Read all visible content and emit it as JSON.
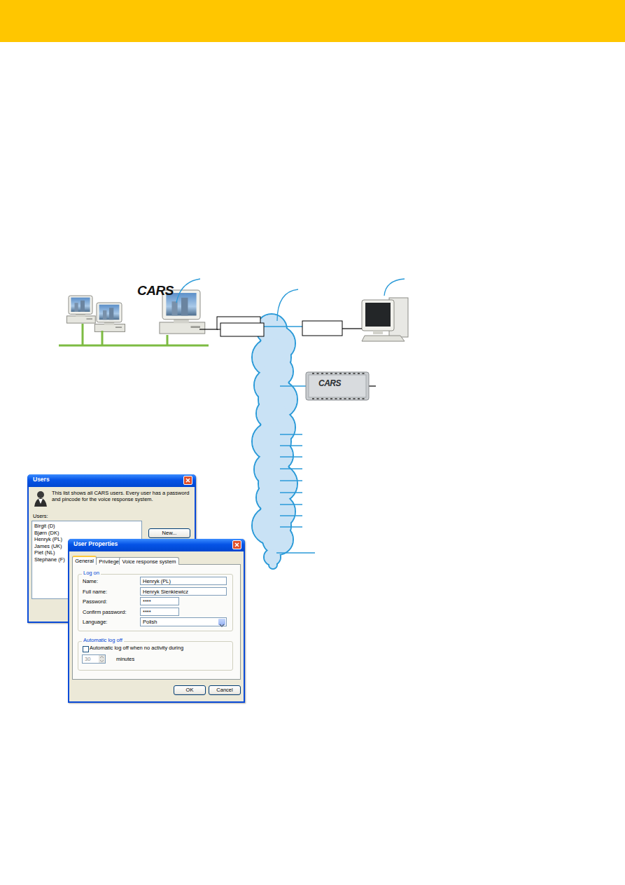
{
  "diagram": {
    "nodes": [
      {
        "text": [
          "Users",
          "This list shows all CARS users. Every user has a password and pincode for the voice response system.",
          "Users:"
        ]
      },
      {
        "text": [
          "Birgit (D)",
          "Bjørn (DK)",
          "Henryk (PL)",
          "James (UK)",
          "Piet (NL)",
          "Stephane (F)"
        ],
        "in": 0
      },
      {
        "text": [
          "New..."
        ],
        "in": 0
      },
      {
        "text": [
          "User Properties"
        ]
      },
      {
        "text": [
          "General"
        ],
        "in": 3
      },
      {
        "text": [
          "Privileges"
        ],
        "in": 3
      },
      {
        "text": [
          "Voice response system"
        ],
        "in": 3
      },
      {
        "text": [
          "Log on",
          "Name:",
          "Full name:",
          "Password:",
          "Confirm password:",
          "Language:"
        ],
        "in": 3
      },
      {
        "text": [
          "Henryk (PL)"
        ],
        "in": 7
      },
      {
        "text": [
          "Henryk Sienkiewicz"
        ],
        "in": 7
      },
      {
        "text": [
          "****"
        ],
        "in": 7
      },
      {
        "text": [
          "****"
        ],
        "in": 7
      },
      {
        "text": [
          "Polish"
        ],
        "in": 7
      },
      {
        "text": [
          "Automatic log off",
          "Automatic log off when no activity during",
          "minutes"
        ],
        "in": 3
      },
      {
        "text": [
          "30"
        ],
        "in": 13
      },
      {
        "text": [
          "OK"
        ],
        "in": 3
      },
      {
        "text": [
          "Cancel"
        ],
        "in": 3
      }
    ],
    "labels": [
      "CARS",
      "CARS"
    ]
  }
}
